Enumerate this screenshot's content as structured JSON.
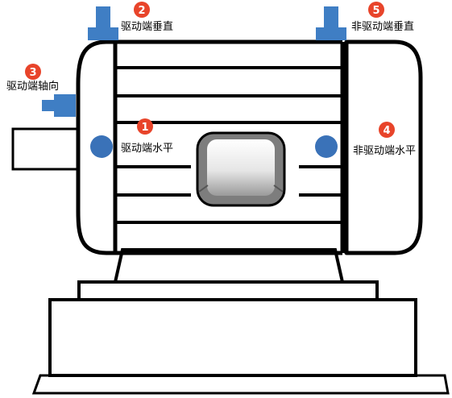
{
  "colors": {
    "outline": "#000000",
    "sensor": "#3a72b8",
    "sensor_block": "#3f7ec4",
    "badge": "#e8442a",
    "badge_text": "#ffffff",
    "junction_box_light": "#f3f3f3",
    "junction_box_dark": "#7d7d7d"
  },
  "measurement_points": [
    {
      "number": "1",
      "label": "驱动端水平"
    },
    {
      "number": "2",
      "label": "驱动端垂直"
    },
    {
      "number": "3",
      "label": "驱动端轴向"
    },
    {
      "number": "4",
      "label": "非驱动端水平"
    },
    {
      "number": "5",
      "label": "非驱动端垂直"
    }
  ]
}
